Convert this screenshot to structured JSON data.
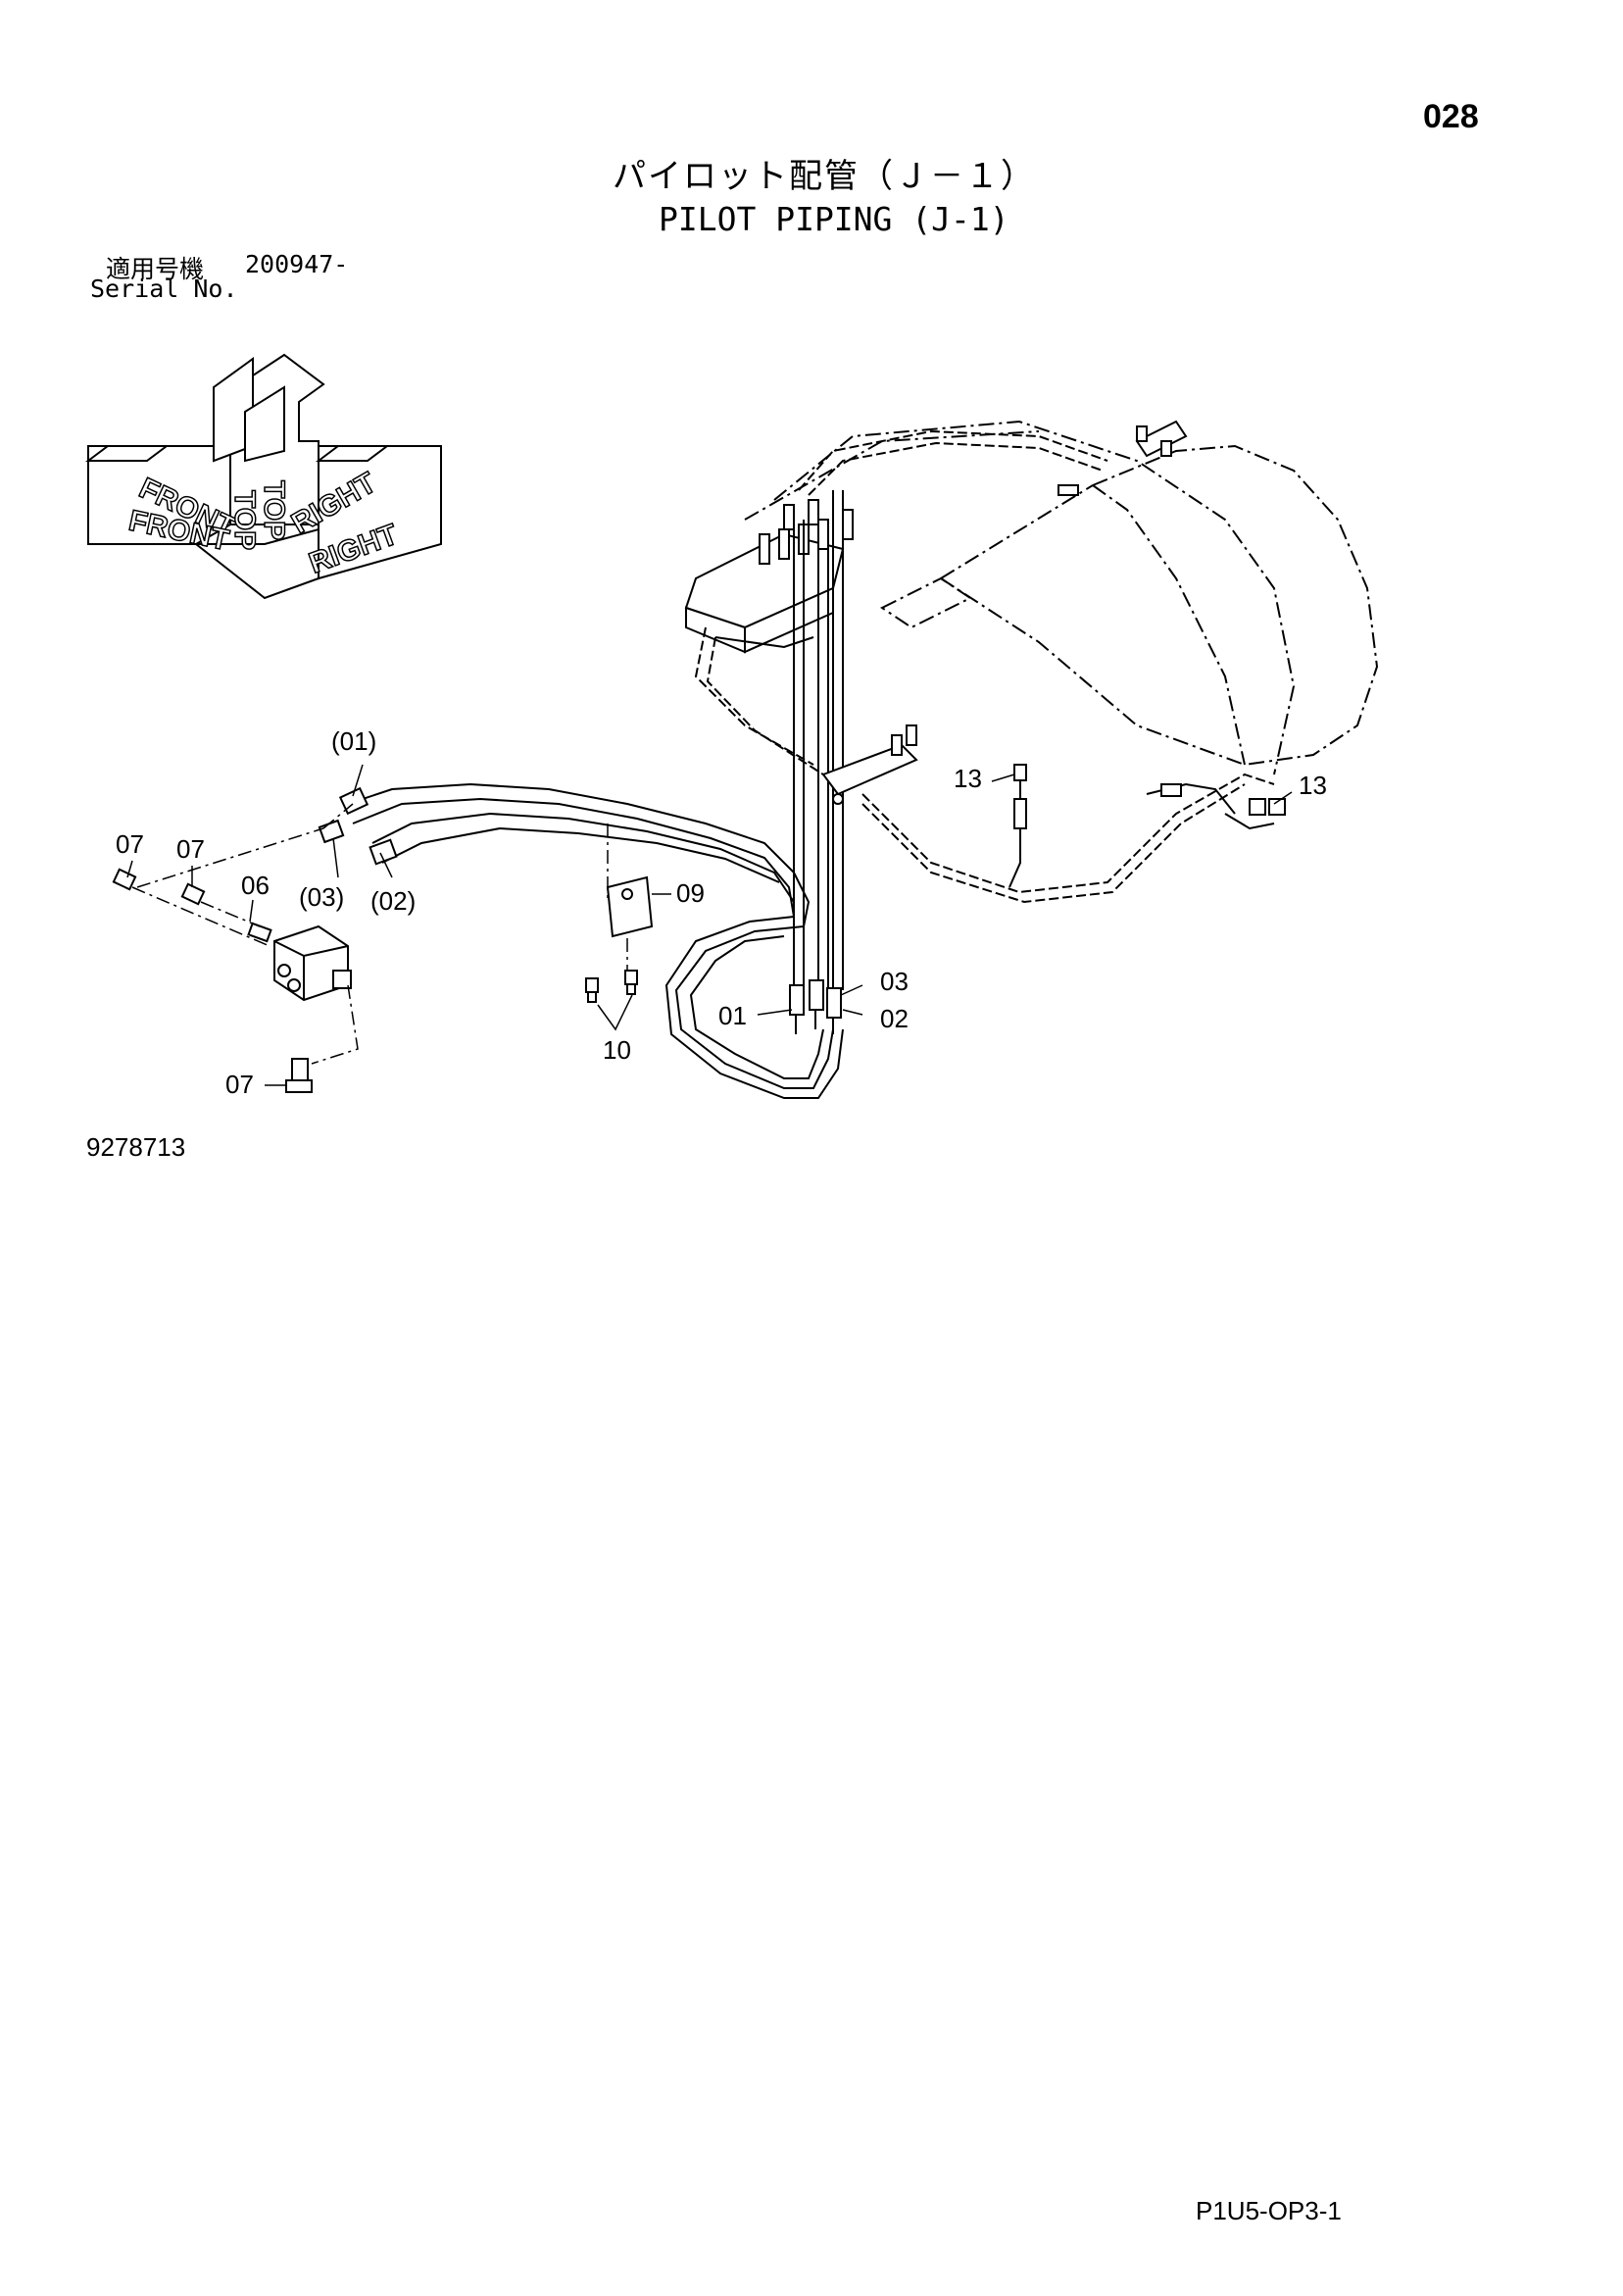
{
  "header": {
    "page_number": "028",
    "title_jp": "パイロット配管（Ｊ－１）",
    "title_en": "PILOT PIPING (J-1)",
    "serial_label_jp": "適用号機",
    "serial_value": "200947-",
    "serial_label_en": "Serial No."
  },
  "orientation": {
    "front_top": "FRONT",
    "front": "FRONT",
    "top_a": "TOP",
    "top_b": "TOP",
    "right_top": "RIGHT",
    "right": "RIGHT"
  },
  "callouts": {
    "c01_paren": "(01)",
    "c02_paren": "(02)",
    "c03_paren": "(03)",
    "c07_a": "07",
    "c07_b": "07",
    "c06": "06",
    "c07_c": "07",
    "c09": "09",
    "c10": "10",
    "c01": "01",
    "c02": "02",
    "c03": "03",
    "c13_a": "13",
    "c13_b": "13"
  },
  "footer": {
    "drawing_number": "9278713",
    "code": "P1U5-OP3-1"
  }
}
